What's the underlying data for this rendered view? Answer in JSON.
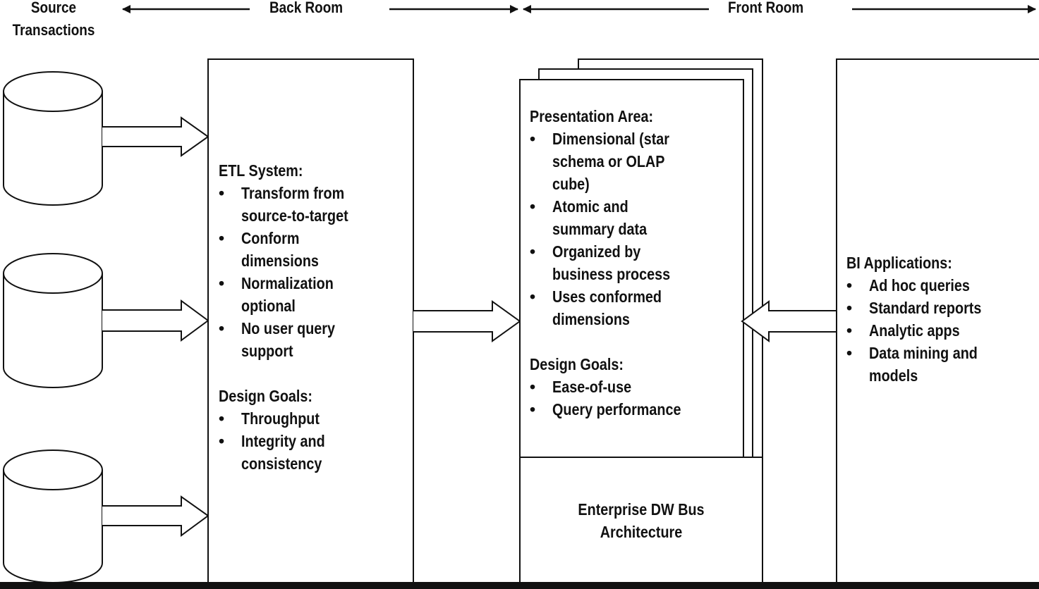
{
  "headers": {
    "source": "Source\nTransactions",
    "back_room": "Back Room",
    "front_room": "Front Room"
  },
  "etl": {
    "title": "ETL System:",
    "items": [
      "Transform from\nsource-to-target",
      "Conform\ndimensions",
      "Normalization\noptional",
      "No user query\nsupport"
    ],
    "goals_title": "Design Goals:",
    "goals": [
      "Throughput",
      "Integrity and\nconsistency"
    ]
  },
  "presentation": {
    "title": "Presentation Area:",
    "items": [
      "Dimensional (star\nschema or OLAP\ncube)",
      "Atomic and\nsummary data",
      "Organized by\nbusiness process",
      "Uses conformed\ndimensions"
    ],
    "goals_title": "Design Goals:",
    "goals": [
      "Ease-of-use",
      "Query performance"
    ],
    "bus": "Enterprise DW Bus\nArchitecture"
  },
  "bi": {
    "title": "BI Applications:",
    "items": [
      "Ad hoc queries",
      "Standard reports",
      "Analytic apps",
      "Data mining and\nmodels"
    ]
  },
  "colors": {
    "ink": "#111111",
    "paper": "#ffffff"
  }
}
